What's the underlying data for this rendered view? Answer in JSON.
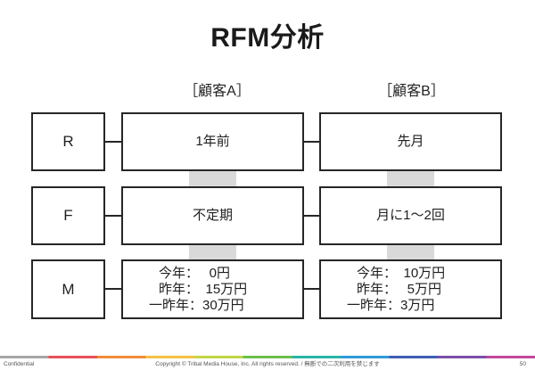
{
  "slide": {
    "title": "RFM分析",
    "columns": [
      {
        "header": "［顧客A］"
      },
      {
        "header": "［顧客B］"
      }
    ],
    "rows": [
      {
        "label": "R",
        "customer_a": "1年前",
        "customer_b": "先月"
      },
      {
        "label": "F",
        "customer_a": "不定期",
        "customer_b": "月に1～2回"
      },
      {
        "label": "M",
        "customer_a": [
          "今年：　 0円",
          "昨年：　15万円",
          "一昨年：30万円"
        ],
        "customer_b": [
          "今年：　10万円",
          "昨年：　 5万円",
          "一昨年：3万円"
        ]
      }
    ]
  },
  "footer": {
    "confidential": "Confidential",
    "copyright": "Copyright © Tribal Media House, Inc. All rights reserved. / 無断での二次利用を禁じます",
    "page_number": "50",
    "stripe_colors": [
      "#a6a6a6",
      "#e8505b",
      "#f28c38",
      "#f6c243",
      "#c3d645",
      "#6cc04a",
      "#29b5a8",
      "#2f9bd8",
      "#3f5fb5",
      "#7b4fa8",
      "#c2479b"
    ]
  },
  "colors": {
    "box_border": "#262626",
    "connector_fill": "#d9d9d9"
  }
}
